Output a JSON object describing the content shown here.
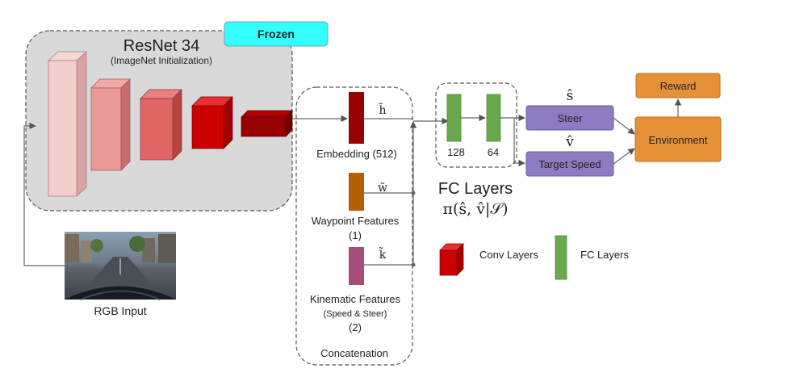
{
  "colors": {
    "frozen": "#33ffff",
    "fc_green": "#6aa84f",
    "fc_green_dark": "#4f8a36",
    "purple": "#8e7cc3",
    "orange": "#e69138",
    "embedding": "#990000",
    "waypoint": "#b45f06",
    "kinematic": "#a64d79",
    "backbone_panel": "#d9d9d9"
  },
  "backbone": {
    "title": "ResNet 34",
    "subtitle": "(ImageNet Initialization)",
    "frozen_label": "Frozen"
  },
  "input": {
    "label": "RGB Input"
  },
  "features": {
    "embedding_label": "Embedding (512)",
    "embedding_symbol": "h̃",
    "waypoint_label_1": "Waypoint Features",
    "waypoint_label_2": "(1)",
    "waypoint_symbol": "w̃",
    "kinematic_label_1": "Kinematic Features",
    "kinematic_label_2": "(Speed & Steer)",
    "kinematic_label_3": "(2)",
    "kinematic_symbol": "k̃",
    "concat_label": "Concatenation"
  },
  "fc": {
    "size_1": "128",
    "size_2": "64",
    "title": "FC Layers",
    "policy": "π(ŝ, v̂|𝒮)"
  },
  "outputs": {
    "steer_symbol": "ŝ",
    "steer_label": "Steer",
    "speed_symbol": "v̂",
    "speed_label": "Target Speed",
    "environment_label": "Environment",
    "reward_label": "Reward"
  },
  "legend": {
    "conv_label": "Conv Layers",
    "fc_label": "FC Layers"
  }
}
